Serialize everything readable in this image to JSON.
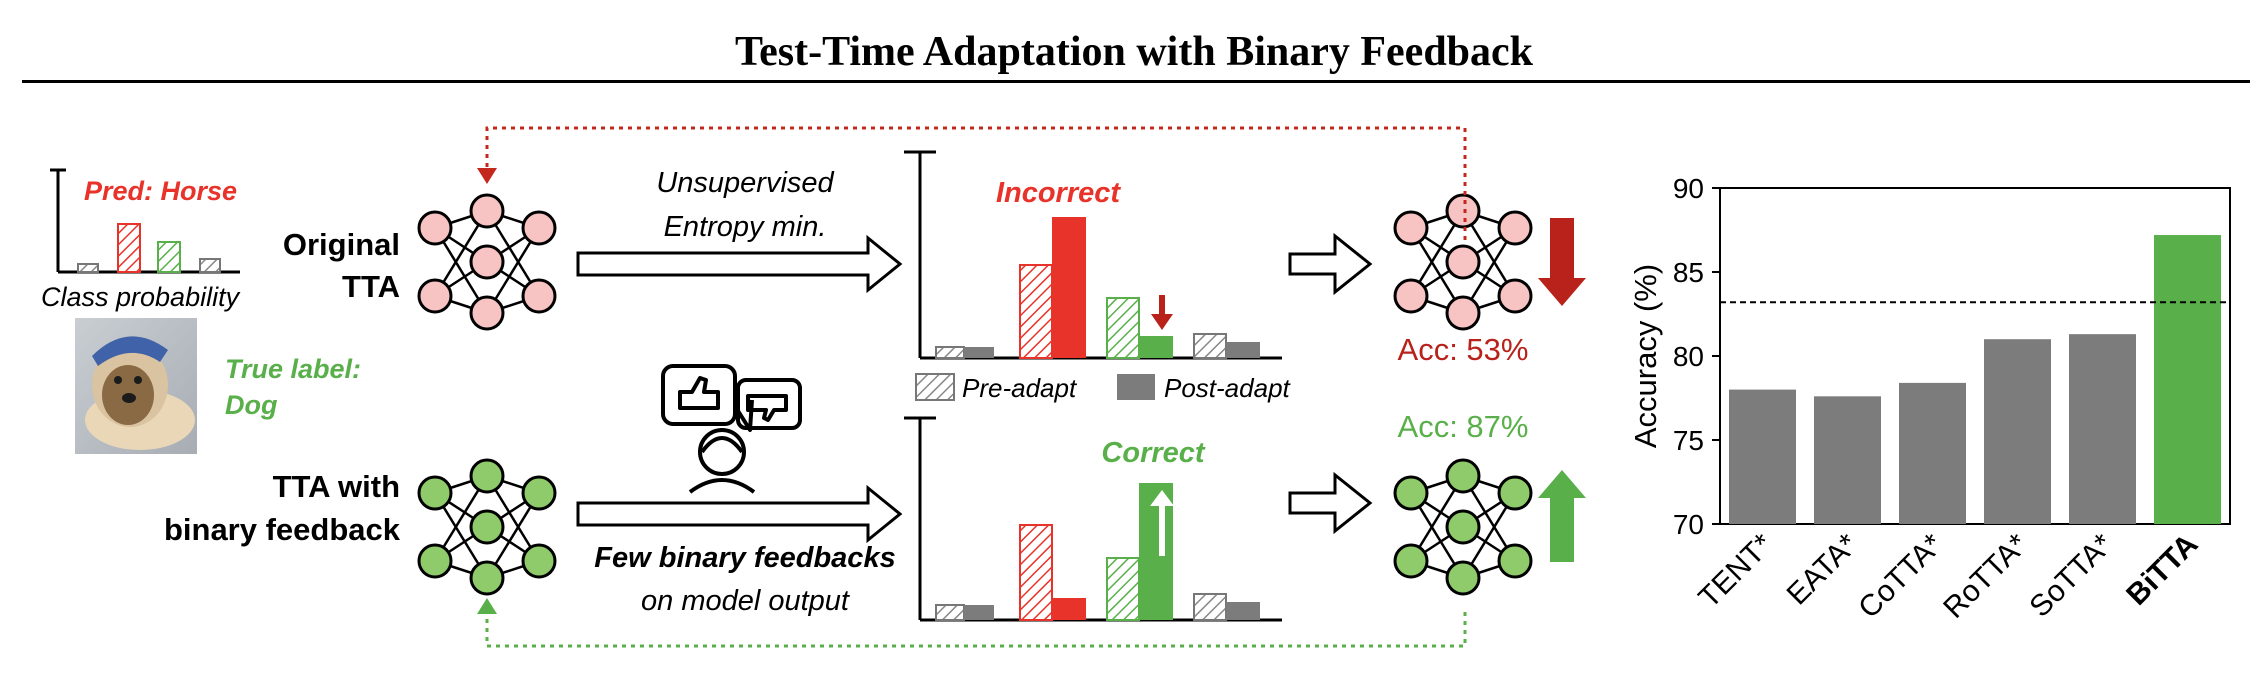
{
  "title": "Test-Time Adaptation with Binary Feedback",
  "colors": {
    "red": "#e8332a",
    "dark_red": "#b8221b",
    "green": "#59b04a",
    "gray": "#7c7c7c",
    "pink_node": "#f7c3c3",
    "green_node": "#8fcb6a"
  },
  "left_panel": {
    "pred_label": "Pred: Horse",
    "class_prob_label": "Class probability",
    "true_label_line1": "True label:",
    "true_label_line2": "Dog"
  },
  "rows": {
    "original": {
      "label_line1": "Original",
      "label_line2": "TTA",
      "method_line1": "Unsupervised",
      "method_line2": "Entropy min.",
      "result_tag": "Incorrect",
      "accuracy": "Acc: 53%"
    },
    "feedback": {
      "label_line1": "TTA with",
      "label_line2": "binary feedback",
      "method_line1": "Few binary feedbacks",
      "method_line2": "on model output",
      "result_tag": "Correct",
      "accuracy": "Acc: 87%"
    }
  },
  "legend": {
    "pre": "Pre-adapt",
    "post": "Post-adapt"
  },
  "chart_data": {
    "type": "bar",
    "categories": [
      "TENT*",
      "EATA*",
      "CoTTA*",
      "RoTTA*",
      "SoTTA*",
      "BiTTA"
    ],
    "values": [
      78.0,
      77.6,
      78.4,
      81.0,
      81.3,
      87.2
    ],
    "highlight": "BiTTA",
    "ylabel": "Accuracy (%)",
    "ylim": [
      70,
      90
    ],
    "yticks": [
      "70",
      "75",
      "80",
      "85",
      "90"
    ],
    "reference_line": 83.2,
    "grid": false
  }
}
